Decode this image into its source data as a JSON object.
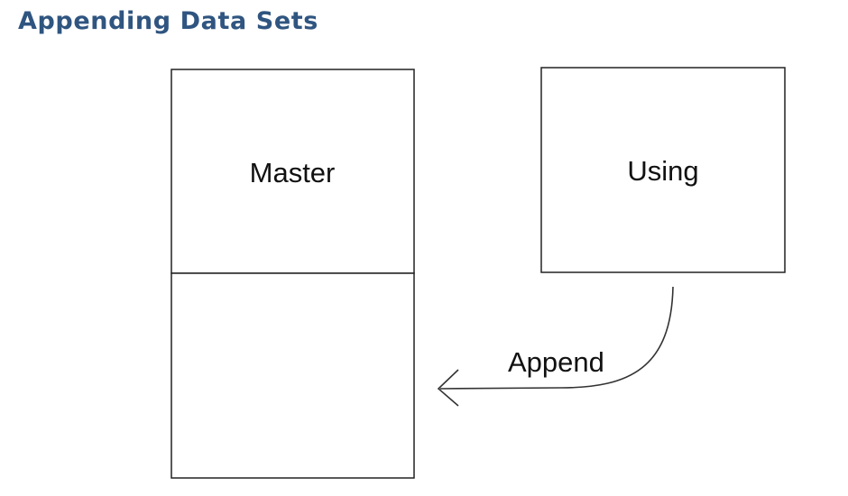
{
  "title": "Appending Data Sets",
  "diagram": {
    "master_label": "Master",
    "using_label": "Using",
    "arrow_label": "Append"
  }
}
